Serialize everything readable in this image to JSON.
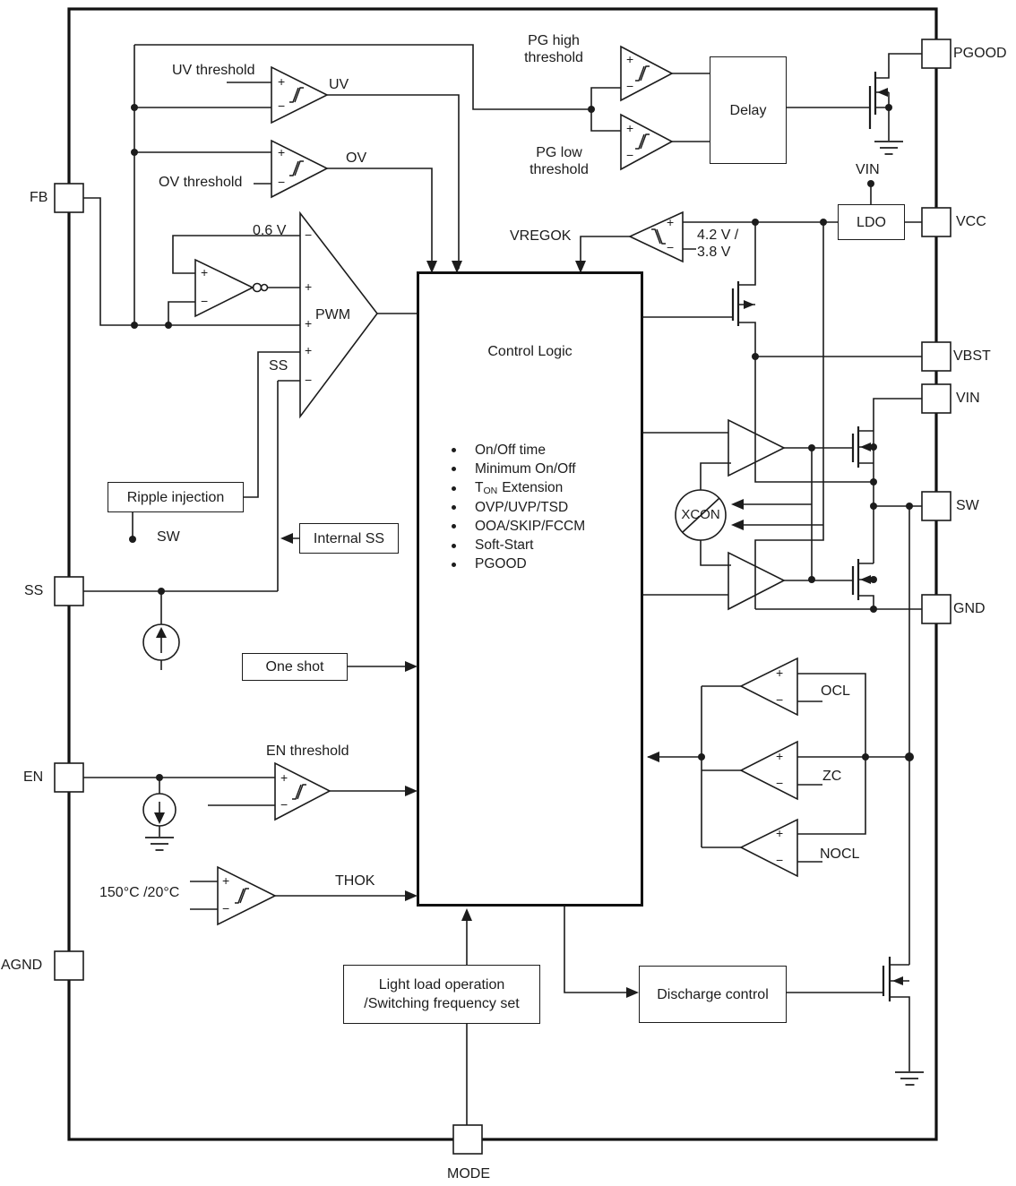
{
  "pins": {
    "fb": "FB",
    "ss": "SS",
    "en": "EN",
    "agnd": "AGND",
    "mode": "MODE",
    "pgood": "PGOOD",
    "vcc": "VCC",
    "vbst": "VBST",
    "vin": "VIN",
    "sw": "SW",
    "gnd": "GND"
  },
  "blocks": {
    "delay": "Delay",
    "ldo": "LDO",
    "control_logic_title": "Control Logic",
    "ripple_injection": "Ripple injection",
    "internal_ss": "Internal SS",
    "one_shot": "One shot",
    "light_load_line1": "Light load operation",
    "light_load_line2": "/Switching frequency set",
    "discharge_control": "Discharge control"
  },
  "control_logic_bullets": {
    "b0": "On/Off time",
    "b1": "Minimum On/Off",
    "b2t": "T",
    "b2on": "ON",
    "b2rest": "Extension",
    "b3": "OVP/UVP/TSD",
    "b4": "OOA/SKIP/FCCM",
    "b5": "Soft-Start",
    "b6": "PGOOD"
  },
  "labels": {
    "uv_threshold": "UV threshold",
    "ov_threshold": "OV threshold",
    "uv": "UV",
    "ov": "OV",
    "pg_high_l1": "PG high",
    "pg_high_l2": "threshold",
    "pg_low_l1": "PG low",
    "pg_low_l2": "threshold",
    "vref": "0.6 V",
    "pwm": "PWM",
    "ss_input": "SS",
    "vin_ldo": "VIN",
    "vregok": "VREGOK",
    "ldo_ref_l1": "4.2 V /",
    "ldo_ref_l2": "3.8 V",
    "sw_node": "SW",
    "en_threshold": "EN threshold",
    "temp_threshold": "150°C /20°C",
    "thok": "THOK",
    "ocl": "OCL",
    "zc": "ZC",
    "nocl": "NOCL",
    "xcon": "XCON"
  },
  "signs": {
    "plus": "+",
    "minus": "−"
  }
}
